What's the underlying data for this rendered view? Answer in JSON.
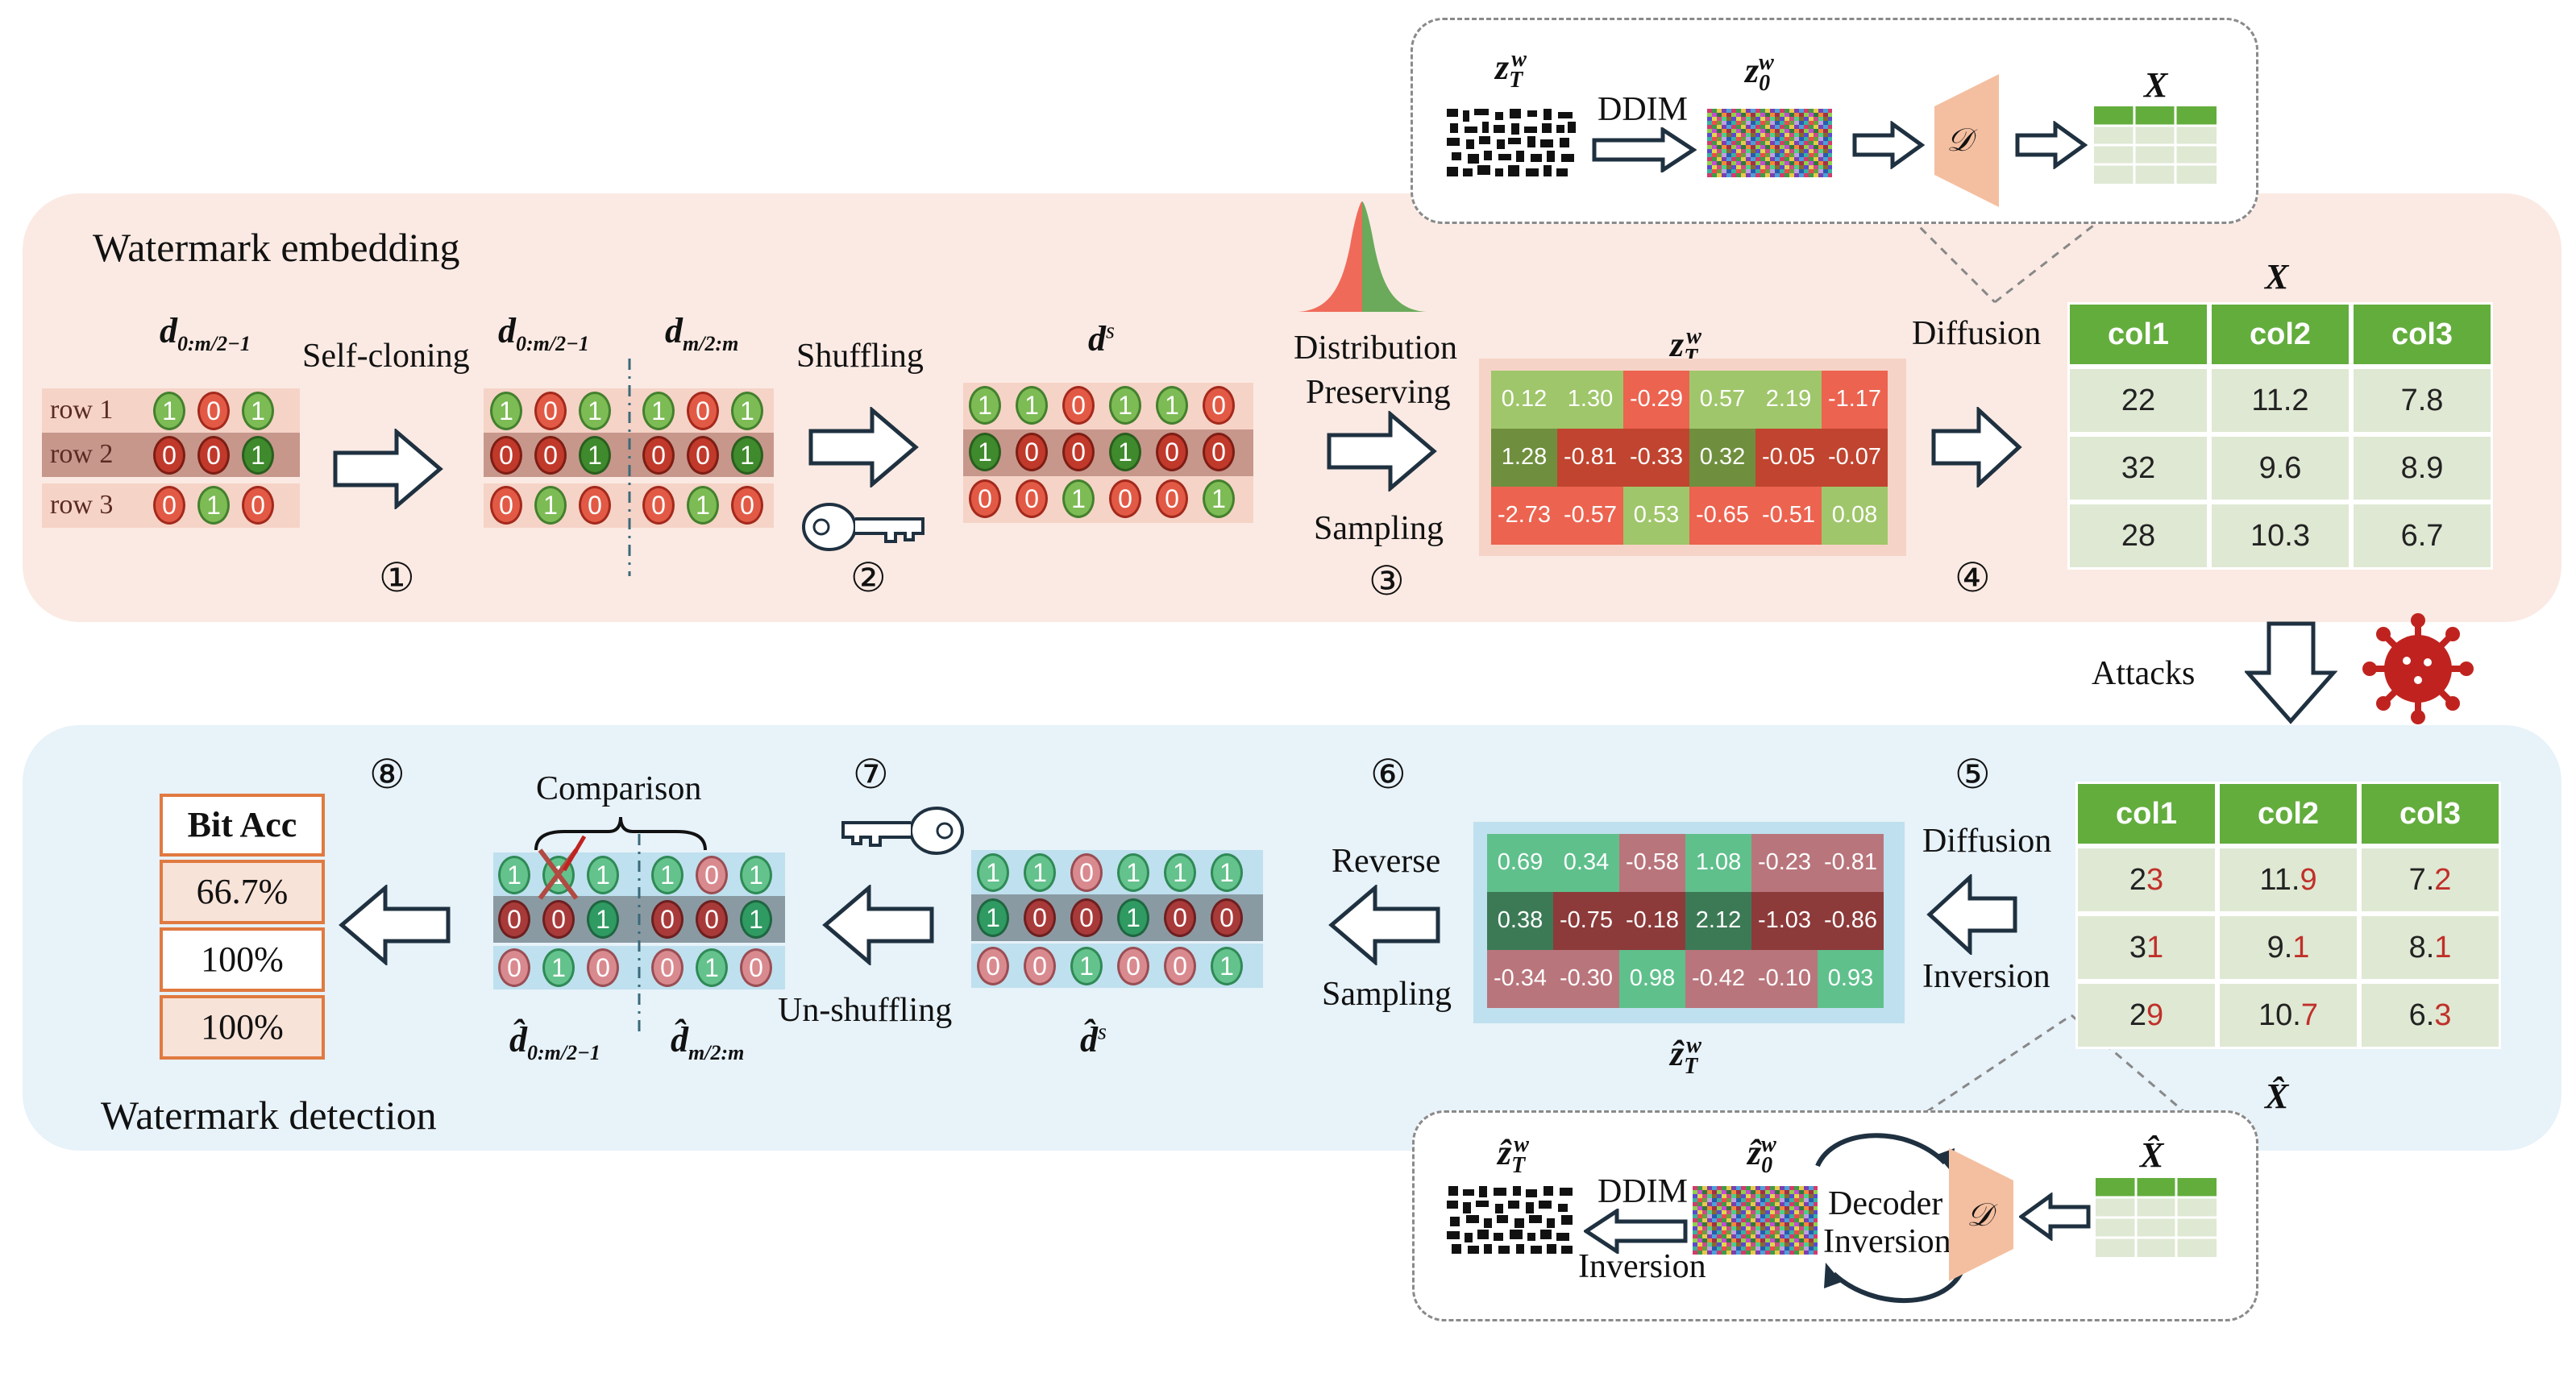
{
  "sections": {
    "embedding_title": "Watermark embedding",
    "detection_title": "Watermark detection"
  },
  "labels": {
    "self_cloning": "Self-cloning",
    "shuffling": "Shuffling",
    "distribution": "Distribution",
    "preserving": "Preserving",
    "sampling": "Sampling",
    "diffusion": "Diffusion",
    "attacks": "Attacks",
    "diffusion2": "Diffusion",
    "inversion": "Inversion",
    "reverse": "Reverse",
    "reverse_sampling": "Sampling",
    "unshuffling": "Un-shuffling",
    "comparison": "Comparison",
    "ddim_top": "DDIM",
    "ddim_bot": "DDIM",
    "ddim_inversion": "Inversion",
    "decoder": "Decoder",
    "decoder_inversion": "Inversion",
    "decoder_symbol_top": "𝒟",
    "decoder_symbol_bot": "𝒟"
  },
  "symbols": {
    "d_first_half": "d",
    "d_first_half_sub": "0:m/2−1",
    "d_second_half": "d",
    "d_second_half_sub": "m/2:m",
    "d_shuffled": "d",
    "d_shuffled_sup": "s",
    "z_T_w": "z",
    "z_0_w": "z",
    "X": "X",
    "X_hat": "X̂",
    "d_hat_first": "d̂",
    "d_hat_second": "d̂",
    "d_hat_s": "d̂",
    "z_hat_T": "ẑ",
    "z_hat_0": "ẑ",
    "sub_T": "T",
    "sub_0": "0",
    "sup_w": "w",
    "sup_s": "s"
  },
  "steps": [
    "①",
    "②",
    "③",
    "④",
    "⑤",
    "⑥",
    "⑦",
    "⑧"
  ],
  "rows": {
    "labels": [
      "row 1",
      "row 2",
      "row 3"
    ],
    "original_bits": [
      [
        1,
        0,
        1
      ],
      [
        0,
        0,
        1
      ],
      [
        0,
        1,
        0
      ]
    ],
    "shuffled_bits": [
      [
        1,
        1,
        0,
        1,
        1,
        0
      ],
      [
        1,
        0,
        0,
        1,
        0,
        0
      ],
      [
        0,
        0,
        1,
        0,
        0,
        1
      ]
    ],
    "detected_first": [
      [
        "1",
        "x",
        "1"
      ],
      [
        "0",
        "0",
        "1"
      ],
      [
        "0",
        "1",
        "0"
      ]
    ],
    "detected_second": [
      [
        1,
        0,
        1
      ],
      [
        0,
        0,
        1
      ],
      [
        0,
        1,
        0
      ]
    ],
    "detected_shuffled": [
      [
        1,
        1,
        0,
        1,
        1,
        1
      ],
      [
        1,
        0,
        0,
        1,
        0,
        0
      ],
      [
        0,
        0,
        1,
        0,
        0,
        1
      ]
    ]
  },
  "latent_embed": [
    [
      "0.12",
      "1.30",
      "-0.29",
      "0.57",
      "2.19",
      "-1.17"
    ],
    [
      "1.28",
      "-0.81",
      "-0.33",
      "0.32",
      "-0.05",
      "-0.07"
    ],
    [
      "-2.73",
      "-0.57",
      "0.53",
      "-0.65",
      "-0.51",
      "0.08"
    ]
  ],
  "latent_detect": [
    [
      "0.69",
      "0.34",
      "-0.58",
      "1.08",
      "-0.23",
      "-0.81"
    ],
    [
      "0.38",
      "-0.75",
      "-0.18",
      "2.12",
      "-1.03",
      "-0.86"
    ],
    [
      "-0.34",
      "-0.30",
      "0.98",
      "-0.42",
      "-0.10",
      "0.93"
    ]
  ],
  "table_clean": {
    "headers": [
      "col1",
      "col2",
      "col3"
    ],
    "rows": [
      [
        "22",
        "11.2",
        "7.8"
      ],
      [
        "32",
        "9.6",
        "8.9"
      ],
      [
        "28",
        "10.3",
        "6.7"
      ]
    ]
  },
  "table_attacked": {
    "headers": [
      "col1",
      "col2",
      "col3"
    ],
    "rows": [
      [
        [
          "2",
          "3"
        ],
        [
          "11.",
          "9"
        ],
        [
          "7.",
          "2"
        ]
      ],
      [
        [
          "3",
          "1"
        ],
        [
          "9.",
          "1"
        ],
        [
          "8.",
          "1"
        ]
      ],
      [
        [
          "2",
          "9"
        ],
        [
          "10.",
          "7"
        ],
        [
          "6.",
          "3"
        ]
      ]
    ]
  },
  "bit_acc": {
    "header": "Bit Acc",
    "values": [
      "66.7%",
      "100%",
      "100%"
    ]
  },
  "colors": {
    "embed_panel": "#fbeae3",
    "detect_panel": "#e7f2f9",
    "green": "#63ad3d",
    "red": "#c0302a",
    "decoder": "#f4bfa0",
    "arrow": "#1f3140"
  }
}
